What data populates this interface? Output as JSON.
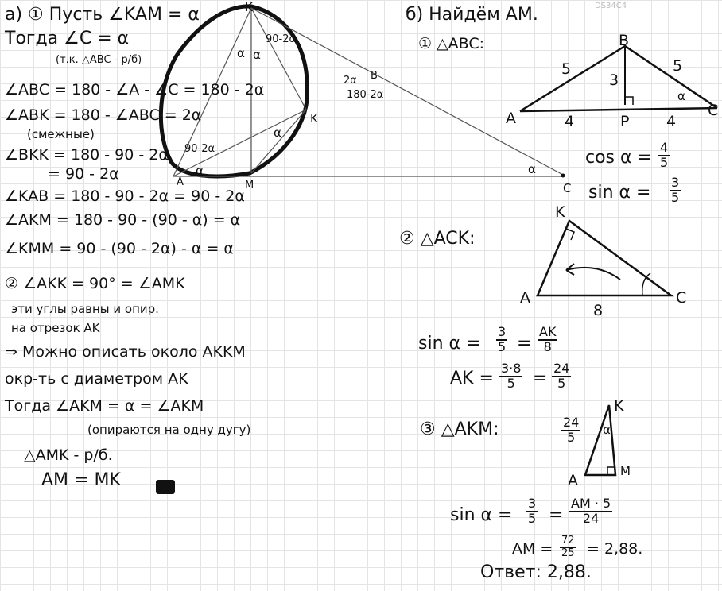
{
  "watermark": "DS34C4",
  "part_a": {
    "header": "а) ① Пусть ∠KAM = α",
    "then": "Тогда ∠C = α",
    "reason": "(т.к. △ABC - р/б)",
    "lines": [
      "∠ABC = 180 - ∠A - ∠C = 180 - 2α",
      "∠ABK = 180 - ∠ABC = 2α",
      "(смежные)",
      "∠BKK = 180 - 90 - 2α",
      "= 90 - 2α",
      "∠KAB = 180 - 90 - 2α = 90 - 2α",
      "∠AKM = 180 - 90 - (90 - α) = α",
      "∠KMM = 90 - (90 - 2α) - α = α"
    ],
    "step2": [
      "② ∠AKK = 90° = ∠AMK",
      "эти углы равны и опир.",
      "на отрезок AK",
      "⇒ Можно описать около AKKM",
      "окр-ть с диаметром AK",
      "Тогда ∠AKM = α = ∠AKM",
      "(опираются на одну дугу)",
      "△AMK - р/б.",
      "AM = MK"
    ],
    "figure_labels": {
      "top": "K",
      "k": "K",
      "m": "M",
      "a": "A",
      "b": "B",
      "c": "C",
      "alpha": "α",
      "ninety_minus_2a": "90-2α",
      "two_a": "2α",
      "one_eighty_minus_2a": "180-2α"
    }
  },
  "part_b": {
    "header": "б) Найдём AM.",
    "step1": "① △ABC:",
    "tri1": {
      "ab": "5",
      "bc": "5",
      "bp": "3",
      "ap": "4",
      "pc": "4",
      "a": "A",
      "b": "B",
      "c": "C",
      "p": "P",
      "alpha": "α"
    },
    "cos": {
      "lhs": "cos α =",
      "num": "4",
      "den": "5"
    },
    "sin": {
      "lhs": "sin α =",
      "num": "3",
      "den": "5"
    },
    "step2": "② △ACK:",
    "tri2": {
      "k": "K",
      "a": "A",
      "c": "C",
      "ac": "8"
    },
    "sin_eq": {
      "lhs": "sin α =",
      "n1": "3",
      "d1": "5",
      "eq": "=",
      "n2": "AK",
      "d2": "8"
    },
    "ak_eq": {
      "lhs": "AK =",
      "n1": "3·8",
      "d1": "5",
      "eq": "=",
      "n2": "24",
      "d2": "5"
    },
    "step3": "③ △AKM:",
    "tri3": {
      "k": "K",
      "a": "A",
      "m": "M",
      "alpha": "α",
      "num": "24",
      "den": "5"
    },
    "sin_eq2": {
      "lhs": "sin α =",
      "n1": "3",
      "d1": "5",
      "eq": "=",
      "n2": "AM · 5",
      "d2": "24"
    },
    "am_eq": {
      "lhs": "AM =",
      "num": "72",
      "den": "25",
      "tail": "= 2,88."
    },
    "answer": "Ответ: 2,88."
  }
}
